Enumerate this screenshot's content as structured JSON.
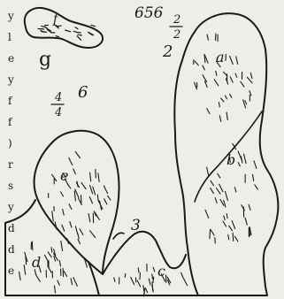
{
  "figure": {
    "plate_number": "656",
    "margin_text": [
      "y",
      "l",
      "e",
      "y",
      "f",
      "f",
      ")",
      "r",
      "s",
      "y",
      "d",
      "d",
      "e"
    ],
    "labels": {
      "fraction_2_over_2": {
        "num": "2",
        "den": "2"
      },
      "fraction_4_over_4": {
        "num": "4",
        "den": "4"
      },
      "numeral_2": "2",
      "numeral_6": "6",
      "numeral_3": "3",
      "letter_g": "g",
      "letter_f": "f",
      "letter_a": "a",
      "letter_b": "b",
      "letter_e": "e",
      "letter_c": "c",
      "letter_d": "d"
    }
  }
}
